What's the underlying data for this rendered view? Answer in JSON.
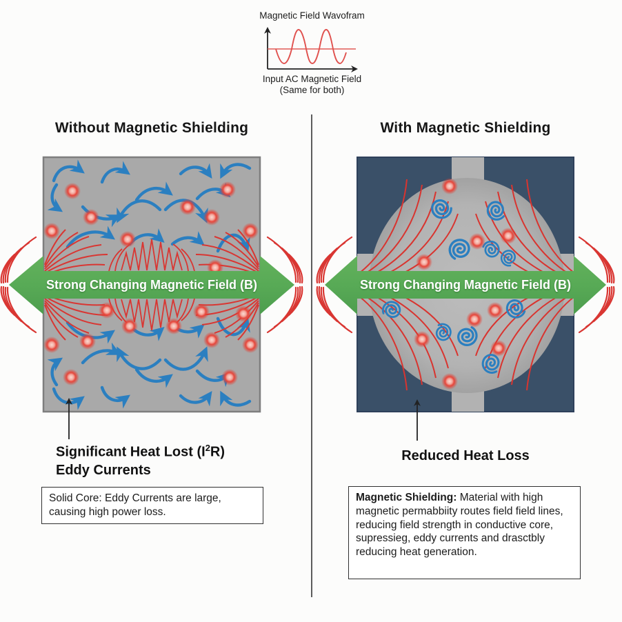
{
  "wave_diagram": {
    "title": "Magnetic Field Wavofram",
    "axis_label_line1": "Input AC Magnetic Field",
    "axis_label_line2": "(Same for both)"
  },
  "left_panel": {
    "title": "Without Magnetic Shielding",
    "field_arrow_label": "Strong Changing Magnetic Field (B)",
    "annotation_line1_pre": "Significant Heat Lost (I",
    "annotation_sup": "2",
    "annotation_line1_post": "R)",
    "annotation_line2": "Eddy Currents",
    "note": "Solid Core: Eddy Currents are large, causing high power loss."
  },
  "right_panel": {
    "title": "With Magnetic Shielding",
    "field_arrow_label": "Strong Changing Magnetic Field (B)",
    "annotation": "Reduced Heat Loss",
    "note_bold": "Magnetic Shielding:",
    "note_rest": " Material with high magnetic permabbiity routes field field lines, reducing field strength in conductive core, supressieg,  eddy currents and drasctbly reducing heat generation."
  },
  "colors": {
    "field_green": "#55a757",
    "shield_navy": "#3a5068",
    "core_gray": "#a9a9a9",
    "eddy_blue": "#2b7fc0",
    "field_red": "#d93632"
  }
}
